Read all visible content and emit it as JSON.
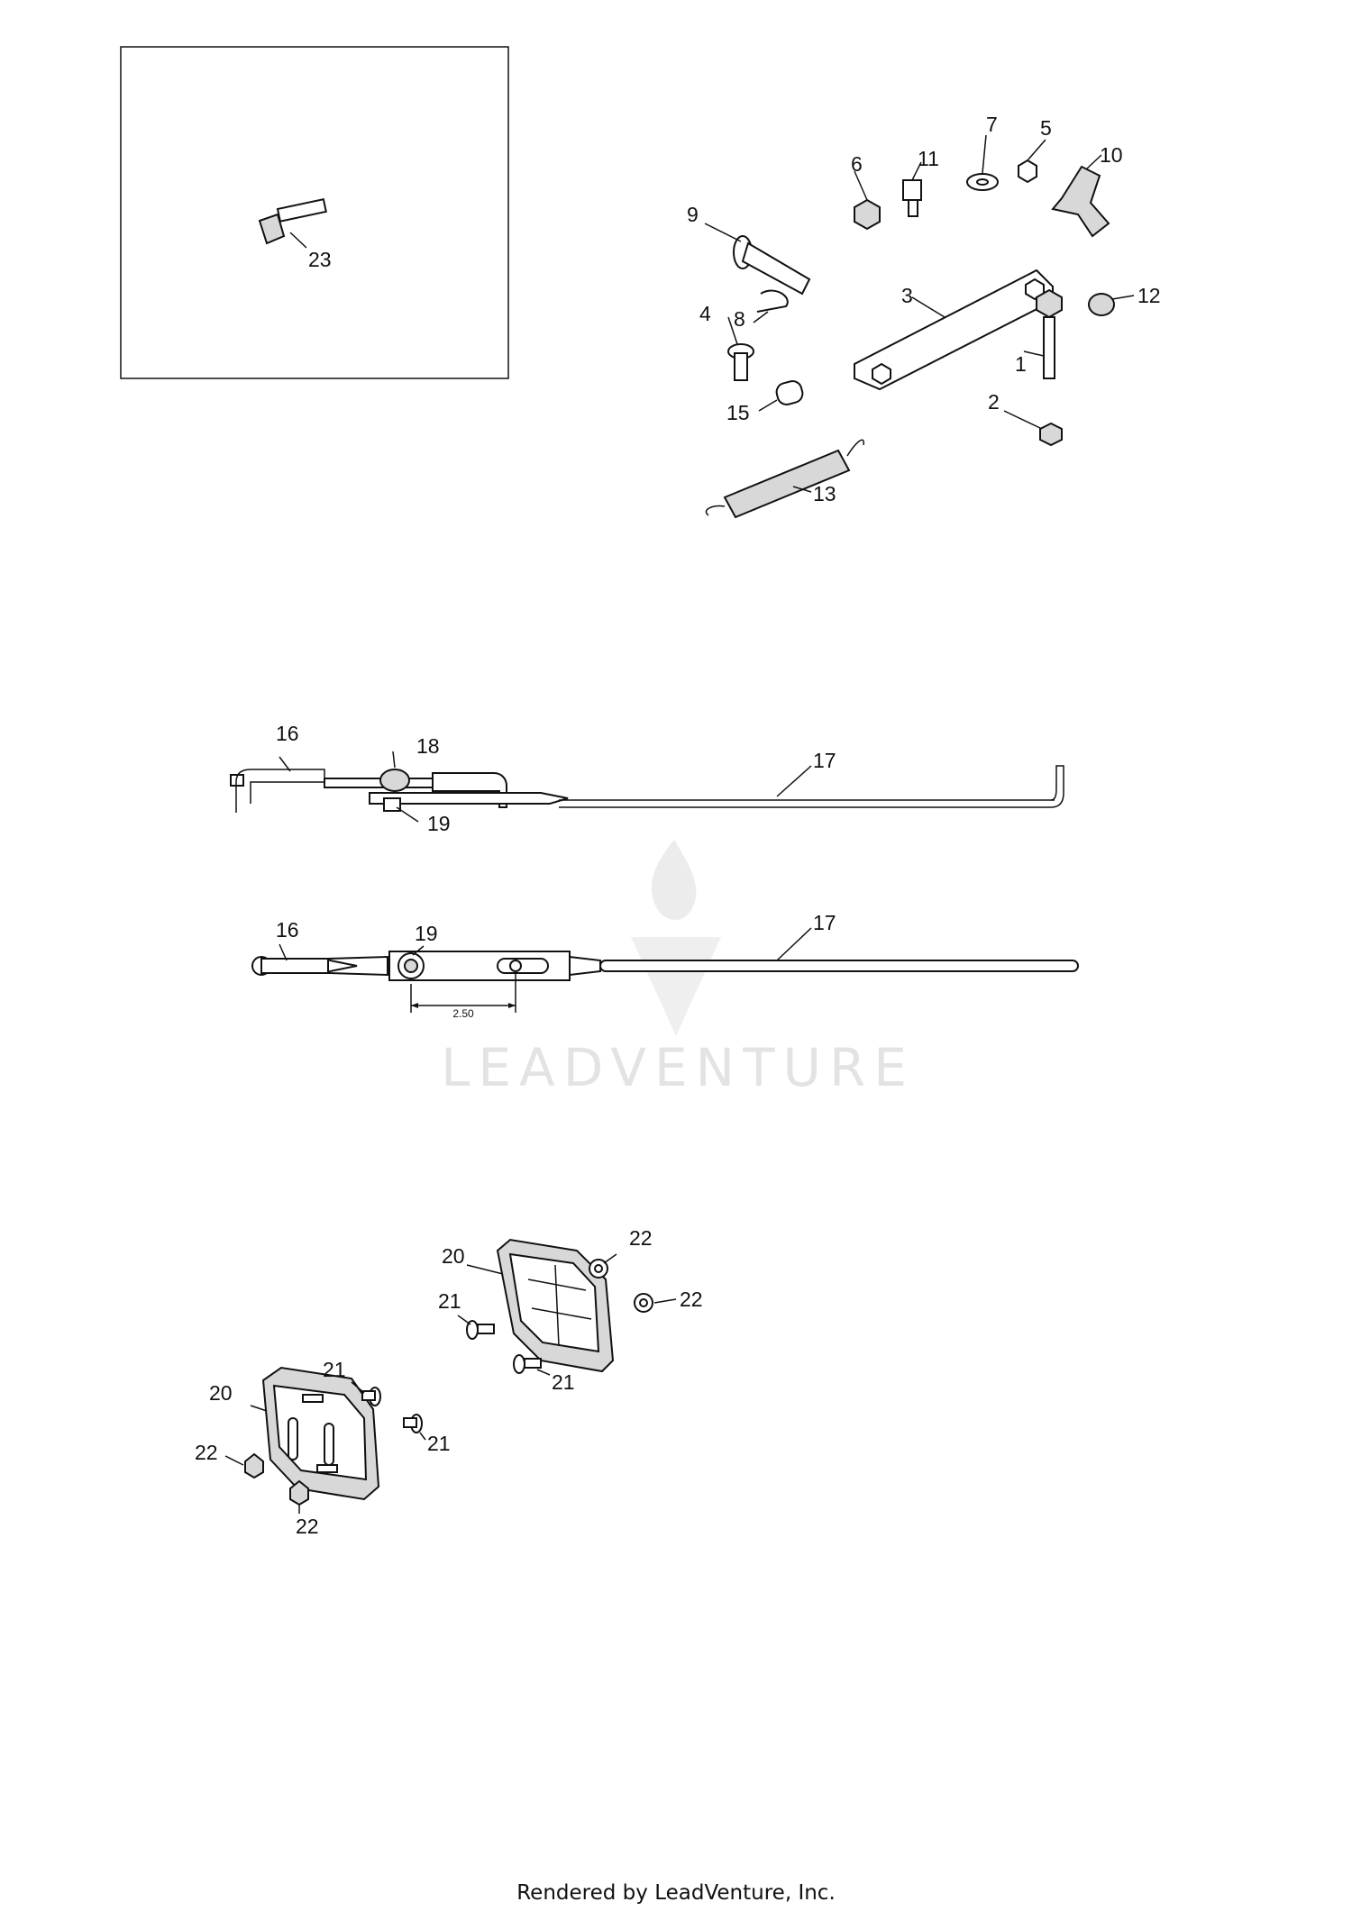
{
  "footer": {
    "text": "Rendered by LeadVenture, Inc."
  },
  "watermark": {
    "text": "LEADVENTURE"
  },
  "inset": {
    "label": "23"
  },
  "top_group": {
    "labels": [
      "1",
      "2",
      "3",
      "4",
      "5",
      "6",
      "7",
      "8",
      "9",
      "10",
      "11",
      "12",
      "13",
      "15"
    ]
  },
  "rod_assembly": {
    "side_labels": [
      "16",
      "17",
      "18",
      "19"
    ],
    "top_labels": [
      "16",
      "17",
      "19"
    ],
    "dimension": "2.50"
  },
  "skid_shoes": {
    "labels": [
      "20",
      "20",
      "21",
      "21",
      "21",
      "21",
      "22",
      "22",
      "22",
      "22"
    ]
  },
  "colors": {
    "line": "#111111",
    "watermark": "#e3e3e3",
    "fill_shade": "#d8d8d8"
  }
}
